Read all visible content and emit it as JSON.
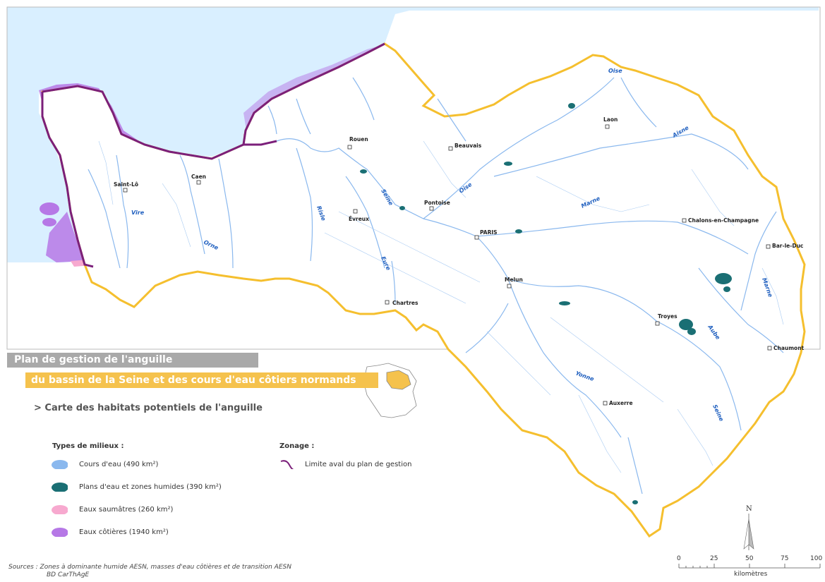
{
  "title": {
    "line1": "Plan de gestion de l'anguille",
    "line2": "du bassin de la Seine et des cours d'eau côtiers normands",
    "subtitle": "> Carte des habitats potentiels de l'anguille"
  },
  "legend": {
    "types_heading": "Types de milieux :",
    "types": [
      {
        "label": "Cours d'eau (490 km²)",
        "color": "#8ab8ee"
      },
      {
        "label": "Plans d'eau et zones humides (390 km²)",
        "color": "#1a6f74"
      },
      {
        "label": "Eaux saumâtres (260 km²)",
        "color": "#f7a9cf"
      },
      {
        "label": "Eaux côtières (1940 km²)",
        "color": "#b678e6"
      }
    ],
    "zonage_heading": "Zonage :",
    "zonage_label": "Limite aval du plan de gestion",
    "zonage_color": "#7b1f7a"
  },
  "cities": [
    "Rouen",
    "Beauvais",
    "Laon",
    "Caen",
    "Saint-Lô",
    "Évreux",
    "Pontoise",
    "PARIS",
    "Chalons-en-Champagne",
    "Bar-le-Duc",
    "Melun",
    "Chartres",
    "Troyes",
    "Chaumont",
    "Auxerre"
  ],
  "rivers": [
    "Oise",
    "Aisne",
    "Risle",
    "Seine",
    "Oise",
    "Vire",
    "Orne",
    "Eure",
    "Marne",
    "Marne",
    "Aube",
    "Yonne",
    "Seine"
  ],
  "scale": {
    "ticks": [
      "0",
      "25",
      "50",
      "75",
      "100"
    ],
    "unit": "kilomètres"
  },
  "north": "N",
  "sources": {
    "line1": "Sources : Zones à dominante humide AESN, masses d'eau côtières et de transition AESN",
    "line2": "BD CarThAgE"
  },
  "colors": {
    "sea": "#d9efff",
    "basin_border": "#f5bf2e",
    "land": "#ffffff"
  }
}
